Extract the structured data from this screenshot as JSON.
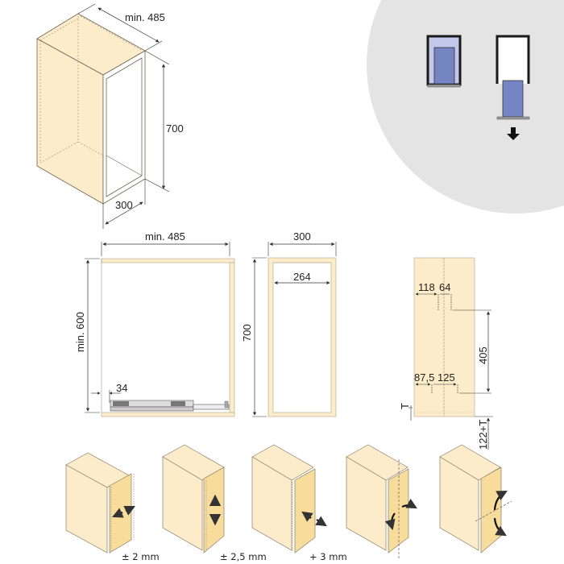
{
  "colors": {
    "panel": "#fcecc9",
    "panel_front": "#f7dc9c",
    "outline": "#8a7d6a",
    "circle_bg": "#e4e4e4",
    "basket": "#7585c4",
    "basket_light": "#c3c8ea",
    "frame": "#1a1a1a",
    "dim_line": "#333333"
  },
  "iso_cabinet": {
    "depth_label": "min. 485",
    "height_label": "700",
    "width_label": "300"
  },
  "operation_inset": {
    "closed_icon": "basket-closed-icon",
    "open_icon": "basket-pulled-out-icon",
    "arrow_icon": "arrow-down-icon"
  },
  "side_view": {
    "depth_label": "min. 485",
    "height_label": "min. 600",
    "offset_label": "34"
  },
  "front_view": {
    "outer_width_label": "300",
    "inner_width_label": "264",
    "height_label": "700"
  },
  "door_drilling": {
    "top_left_label": "118",
    "top_right_label": "64",
    "bottom_left_label": "87,5",
    "bottom_right_label": "125",
    "vertical_label": "405",
    "thickness_label": "T",
    "bottom_offset_label": "122+T"
  },
  "adjustments": [
    {
      "label": "± 2 mm",
      "icon": "depth-adjust-icon"
    },
    {
      "label": "± 2,5 mm",
      "icon": "height-adjust-icon"
    },
    {
      "label": "+ 3 mm",
      "icon": "side-adjust-icon"
    },
    {
      "label": "",
      "icon": "rotate-vertical-axis-icon"
    },
    {
      "label": "",
      "icon": "tilt-horizontal-axis-icon"
    }
  ]
}
